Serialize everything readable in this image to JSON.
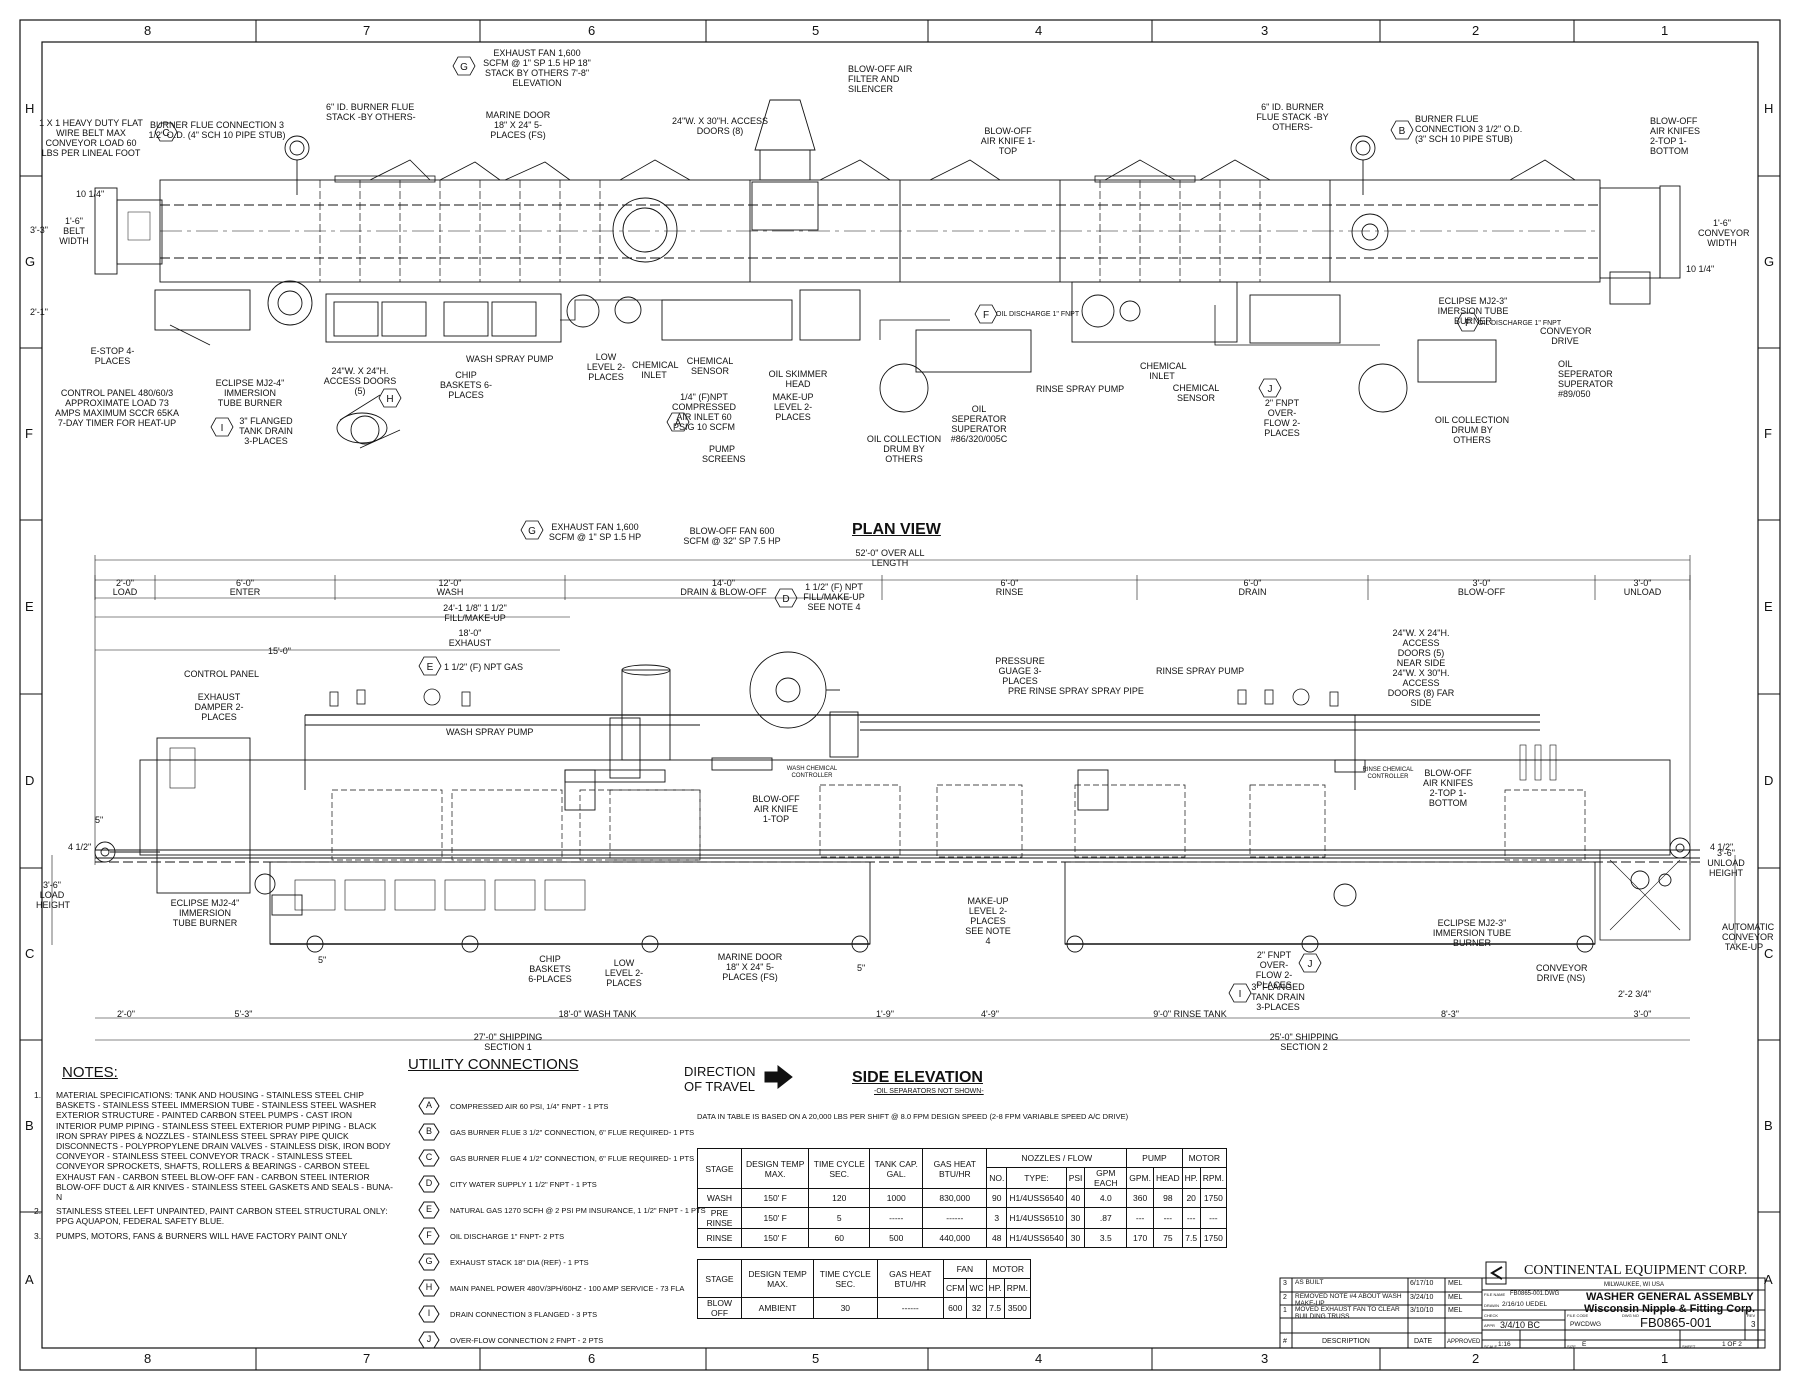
{
  "border": {
    "cols": [
      "8",
      "7",
      "6",
      "5",
      "4",
      "3",
      "2",
      "1"
    ],
    "rows": [
      "H",
      "G",
      "F",
      "E",
      "D",
      "C",
      "B",
      "A"
    ]
  },
  "views": {
    "plan": "PLAN VIEW",
    "side": "SIDE ELEVATION",
    "side_note": "-OIL SEPARATORS NOT SHOWN-",
    "direction": "DIRECTION OF TRAVEL"
  },
  "plan_labels": {
    "belt": "1 X 1 HEAVY DUTY FLAT WIRE BELT MAX CONVEYOR LOAD 60 LBS PER LINEAL FOOT",
    "flue_c": "BURNER FLUE CONNECTION 3 1/2\" O.D. (4\" SCH 10 PIPE STUB)",
    "stack_left": "6\" ID. BURNER FLUE STACK -BY OTHERS-",
    "marine": "MARINE DOOR 18\" X 24\" 5-PLACES (FS)",
    "exhaust": "EXHAUST FAN 1,600 SCFM @ 1\" SP 1.5 HP 18\" STACK BY OTHERS 7'-8\" ELEVATION",
    "access8": "24\"W. X 30\"H. ACCESS DOORS (8)",
    "blowoff_filter": "BLOW-OFF AIR FILTER AND SILENCER",
    "knife1": "BLOW-OFF AIR KNIFE 1-TOP",
    "stack_right": "6\" ID. BURNER FLUE STACK -BY OTHERS-",
    "flue_b": "BURNER FLUE CONNECTION 3 1/2\" O.D. (3\" SCH 10 PIPE STUB)",
    "knives": "BLOW-OFF AIR KNIFES 2-TOP 1-BOTTOM",
    "dim_33": "3'-3\"",
    "dim_16": "1'-6\" BELT WIDTH",
    "dim_16r": "1'-6\" CONVEYOR WIDTH",
    "dim_21": "2'-1\"",
    "dim_10a": "10 1/4\"",
    "dim_10b": "10 1/4\"",
    "estop": "E-STOP 4-PLACES",
    "control": "CONTROL PANEL 480/60/3 APPROXIMATE LOAD 73 AMPS MAXIMUM SCCR 65KA 7-DAY TIMER FOR HEAT-UP",
    "eclipse4": "ECLIPSE MJ2-4\" IMMERSION TUBE BURNER",
    "drain3": "3\" FLANGED TANK DRAIN 3-PLACES",
    "access5": "24\"W. X 24\"H. ACCESS DOORS (5)",
    "chip": "CHIP BASKETS 6-PLACES",
    "wash_pump": "WASH SPRAY PUMP",
    "low_level": "LOW LEVEL 2-PLACES",
    "chem_inlet": "CHEMICAL INLET",
    "chem_sensor": "CHEMICAL SENSOR",
    "skimmer": "OIL SKIMMER HEAD",
    "makeup": "MAKE-UP LEVEL 2-PLACES",
    "compressed": "1/4\" (F)NPT COMPRESSED AIR INLET 60 PSIG 10 SCFM",
    "screens": "PUMP SCREENS",
    "oil_sep1": "OIL SEPERATOR SUPERATOR #86/320/005C",
    "oil_drum1": "OIL COLLECTION DRUM BY OTHERS",
    "oil_disch": "OIL DISCHARGE 1\" FNPT",
    "rinse_pump": "RINSE SPRAY PUMP",
    "chem_inlet2": "CHEMICAL INLET",
    "chem_sensor2": "CHEMICAL SENSOR",
    "overflow": "2\" FNPT OVER-FLOW 2-PLACES",
    "eclipse3": "ECLIPSE MJ2-3\" IMERSION TUBE BURNER",
    "oil_disch2": "OIL DISCHARGE 1\" FNPT",
    "conv_drive": "CONVEYOR DRIVE",
    "oil_sep2": "OIL SEPERATOR SUPERATOR #89/050",
    "oil_drum2": "OIL COLLECTION DRUM BY OTHERS"
  },
  "side_labels": {
    "exhaust": "EXHAUST FAN 1,600 SCFM @ 1\" SP 1.5 HP",
    "blowoff": "BLOW-OFF FAN 600 SCFM @ 32\" SP 7.5 HP",
    "overall": "52'-0\" OVER ALL LENGTH",
    "sections": [
      {
        "dim": "2'-0\"",
        "name": "LOAD"
      },
      {
        "dim": "6'-0\"",
        "name": "ENTER"
      },
      {
        "dim": "12'-0\"",
        "name": "WASH"
      },
      {
        "dim": "14'-0\"",
        "name": "DRAIN & BLOW-OFF"
      },
      {
        "dim": "6'-0\"",
        "name": "RINSE"
      },
      {
        "dim": "6'-0\"",
        "name": "DRAIN"
      },
      {
        "dim": "3'-0\"",
        "name": "BLOW-OFF"
      },
      {
        "dim": "3'-0\"",
        "name": "UNLOAD"
      }
    ],
    "fill": "24'-1 1/8\" 1 1/2\" FILL/MAKE-UP",
    "exh_dim": "18'-0\" EXHAUST",
    "dim15": "15'-0\"",
    "fill_d": "1 1/2\" (F) NPT FILL/MAKE-UP SEE NOTE 4",
    "gas": "1 1/2\" (F) NPT GAS",
    "control": "CONTROL PANEL",
    "damper": "EXHAUST DAMPER 2-PLACES",
    "wash_pump": "WASH SPRAY PUMP",
    "wash_ctrl": "WASH CHEMICAL CONTROLLER",
    "knife": "BLOW-OFF AIR KNIFE 1-TOP",
    "gauge": "PRESSURE GUAGE 3-PLACES",
    "prerinse": "PRE RINSE SPRAY SPRAY PIPE",
    "rinse_pump": "RINSE SPRAY PUMP",
    "doors": "24\"W. X 24\"H. ACCESS DOORS (5) NEAR SIDE 24\"W. X 30\"H. ACCESS DOORS (8) FAR SIDE",
    "rinse_ctrl": "RINSE CHEMICAL CONTROLLER",
    "knives": "BLOW-OFF AIR KNIFES 2-TOP 1-BOTTOM",
    "dim5": "5\"",
    "dim4a": "4 1/2\"",
    "dim4b": "4 1/2\"",
    "load_h": "3'-6\" LOAD HEIGHT",
    "unload_h": "3'-6\" UNLOAD HEIGHT",
    "eclipse4": "ECLIPSE MJ2-4\" IMMERSION TUBE BURNER",
    "chip": "CHIP BASKETS 6-PLACES",
    "low": "LOW LEVEL 2-PLACES",
    "marine": "MARINE DOOR 18\" X 24\" 5-PLACES (FS)",
    "makeup": "MAKE-UP LEVEL 2-PLACES SEE NOTE 4",
    "eclipse3": "ECLIPSE MJ2-3\" IMMERSION TUBE BURNER",
    "take_up": "AUTOMATIC CONVEYOR TAKE-UP",
    "overflow": "2\" FNPT OVER-FLOW 2-PLACES",
    "drain": "3\" FLANGED TANK DRAIN 3-PLACES",
    "drive": "CONVEYOR DRIVE (NS)",
    "d5a": "5\"",
    "d5b": "5\"",
    "bottom": [
      "2'-0\"",
      "5'-3\"",
      "18'-0\" WASH TANK",
      "1'-9\"",
      "4'-9\"",
      "9'-0\" RINSE TANK",
      "8'-3\"",
      "3'-0\""
    ],
    "d22": "2'-2 3/4\"",
    "ship1": "27'-0\" SHIPPING SECTION 1",
    "ship2": "25'-0\" SHIPPING SECTION 2"
  },
  "notes": {
    "title": "NOTES:",
    "items": [
      {
        "num": "1.",
        "text": "MATERIAL SPECIFICATIONS: TANK AND HOUSING - STAINLESS STEEL CHIP BASKETS - STAINLESS STEEL IMMERSION TUBE - STAINLESS STEEL WASHER EXTERIOR STRUCTURE - PAINTED CARBON STEEL PUMPS - CAST IRON INTERIOR PUMP PIPING - STAINLESS STEEL EXTERIOR PUMP PIPING - BLACK IRON SPRAY PIPES & NOZZLES - STAINLESS STEEL SPRAY PIPE QUICK DISCONNECTS - POLYPROPYLENE DRAIN VALVES - STAINLESS DISK, IRON BODY CONVEYOR - STAINLESS STEEL CONVEYOR TRACK - STAINLESS STEEL CONVEYOR SPROCKETS, SHAFTS, ROLLERS & BEARINGS - CARBON STEEL EXHAUST FAN - CARBON STEEL BLOW-OFF FAN - CARBON STEEL INTERIOR BLOW-OFF DUCT & AIR KNIVES - STAINLESS STEEL GASKETS AND SEALS - BUNA-N"
      },
      {
        "num": "2.",
        "text": "STAINLESS STEEL LEFT UNPAINTED, PAINT CARBON STEEL STRUCTURAL ONLY: PPG AQUAPON, FEDERAL SAFETY BLUE."
      },
      {
        "num": "3.",
        "text": "PUMPS, MOTORS, FANS & BURNERS WILL HAVE FACTORY PAINT ONLY"
      }
    ]
  },
  "utility": {
    "title": "UTILITY CONNECTIONS",
    "items": [
      {
        "tag": "A",
        "text": "COMPRESSED AIR 60 PSI, 1/4\" FNPT - 1 PTS"
      },
      {
        "tag": "B",
        "text": "GAS BURNER FLUE 3 1/2\" CONNECTION, 6\" FLUE REQUIRED- 1 PTS"
      },
      {
        "tag": "C",
        "text": "GAS BURNER FLUE 4 1/2\" CONNECTION, 6\" FLUE REQUIRED- 1 PTS"
      },
      {
        "tag": "D",
        "text": "CITY WATER SUPPLY 1 1/2\" FNPT - 1 PTS"
      },
      {
        "tag": "E",
        "text": "NATURAL GAS 1270 SCFH @ 2 PSI PM INSURANCE, 1 1/2\" FNPT - 1 PTS"
      },
      {
        "tag": "F",
        "text": "OIL DISCHARGE 1\" FNPT- 2 PTS"
      },
      {
        "tag": "G",
        "text": "EXHAUST STACK 18\" DIA (REF) - 1 PTS"
      },
      {
        "tag": "H",
        "text": "MAIN PANEL POWER 480V/3PH/60HZ - 100 AMP SERVICE - 73 FLA"
      },
      {
        "tag": "I",
        "text": "DRAIN CONNECTION 3 FLANGED - 3 PTS"
      },
      {
        "tag": "J",
        "text": "OVER-FLOW CONNECTION 2 FNPT - 2 PTS"
      }
    ]
  },
  "table_note": "DATA IN TABLE IS BASED ON A 20,000 LBS PER SHIFT @ 8.0 FPM DESIGN SPEED (2-8 FPM VARIABLE SPEED A/C DRIVE)",
  "table1": {
    "groups": [
      "NOZZLES / FLOW",
      "PUMP",
      "MOTOR"
    ],
    "head": [
      "STAGE",
      "DESIGN TEMP MAX.",
      "TIME CYCLE SEC.",
      "TANK CAP. GAL.",
      "GAS HEAT BTU/HR",
      "NO.",
      "TYPE:",
      "PSI",
      "GPM EACH",
      "GPM.",
      "HEAD",
      "HP.",
      "RPM."
    ],
    "rows": [
      [
        "WASH",
        "150' F",
        "120",
        "1000",
        "830,000",
        "90",
        "H1/4USS6540",
        "40",
        "4.0",
        "360",
        "98",
        "20",
        "1750"
      ],
      [
        "PRE RINSE",
        "150' F",
        "5",
        "-----",
        "------",
        "3",
        "H1/4USS6510",
        "30",
        ".87",
        "---",
        "---",
        "---",
        "---"
      ],
      [
        "RINSE",
        "150' F",
        "60",
        "500",
        "440,000",
        "48",
        "H1/4USS6540",
        "30",
        "3.5",
        "170",
        "75",
        "7.5",
        "1750"
      ]
    ]
  },
  "table2": {
    "groups": [
      "FAN",
      "MOTOR"
    ],
    "head": [
      "STAGE",
      "DESIGN TEMP MAX.",
      "TIME CYCLE SEC.",
      "GAS HEAT BTU/HR",
      "CFM",
      "WC",
      "HP.",
      "RPM."
    ],
    "rows": [
      [
        "BLOW OFF",
        "AMBIENT",
        "30",
        "------",
        "600",
        "32",
        "7.5",
        "3500"
      ]
    ]
  },
  "title_block": {
    "company": "CONTINENTAL EQUIPMENT CORP.",
    "city": "MILWAUKEE, WI USA",
    "title": "WASHER GENERAL ASSEMBLY",
    "customer": "Wisconsin Nipple & Fitting Corp.",
    "file_name": "FB0865-001.DWG",
    "drawn": "2/16/10 UEDEL",
    "check": "",
    "appr": "3/4/10 BC",
    "file_code": "PWCDWG",
    "dwg_no": "FB0865-001",
    "rev": "3",
    "scale": "1:16",
    "size": "E",
    "sheet": "1 OF 2",
    "revisions": [
      {
        "no": "3",
        "desc": "AS BUILT",
        "date": "6/17/10",
        "by": "MEL"
      },
      {
        "no": "2",
        "desc": "REMOVED NOTE #4 ABOUT WASH MAKE-UP",
        "date": "3/24/10",
        "by": "MEL"
      },
      {
        "no": "1",
        "desc": "MOVED EXHAUST FAN TO CLEAR BUILDING TRUSS",
        "date": "3/10/10",
        "by": "MEL"
      }
    ],
    "rev_head": {
      "no": "#",
      "desc": "DESCRIPTION",
      "date": "DATE",
      "by": "APPROVED"
    },
    "labels": {
      "file_name": "FILE NAME",
      "drawn": "DRAWN",
      "check": "CHECK",
      "appr": "APPR",
      "file_code": "FILE CODE",
      "dwg_no": "DWG NO",
      "rev": "REV",
      "scale": "SCALE",
      "size": "SIZE",
      "sheet": "SHEET"
    }
  }
}
